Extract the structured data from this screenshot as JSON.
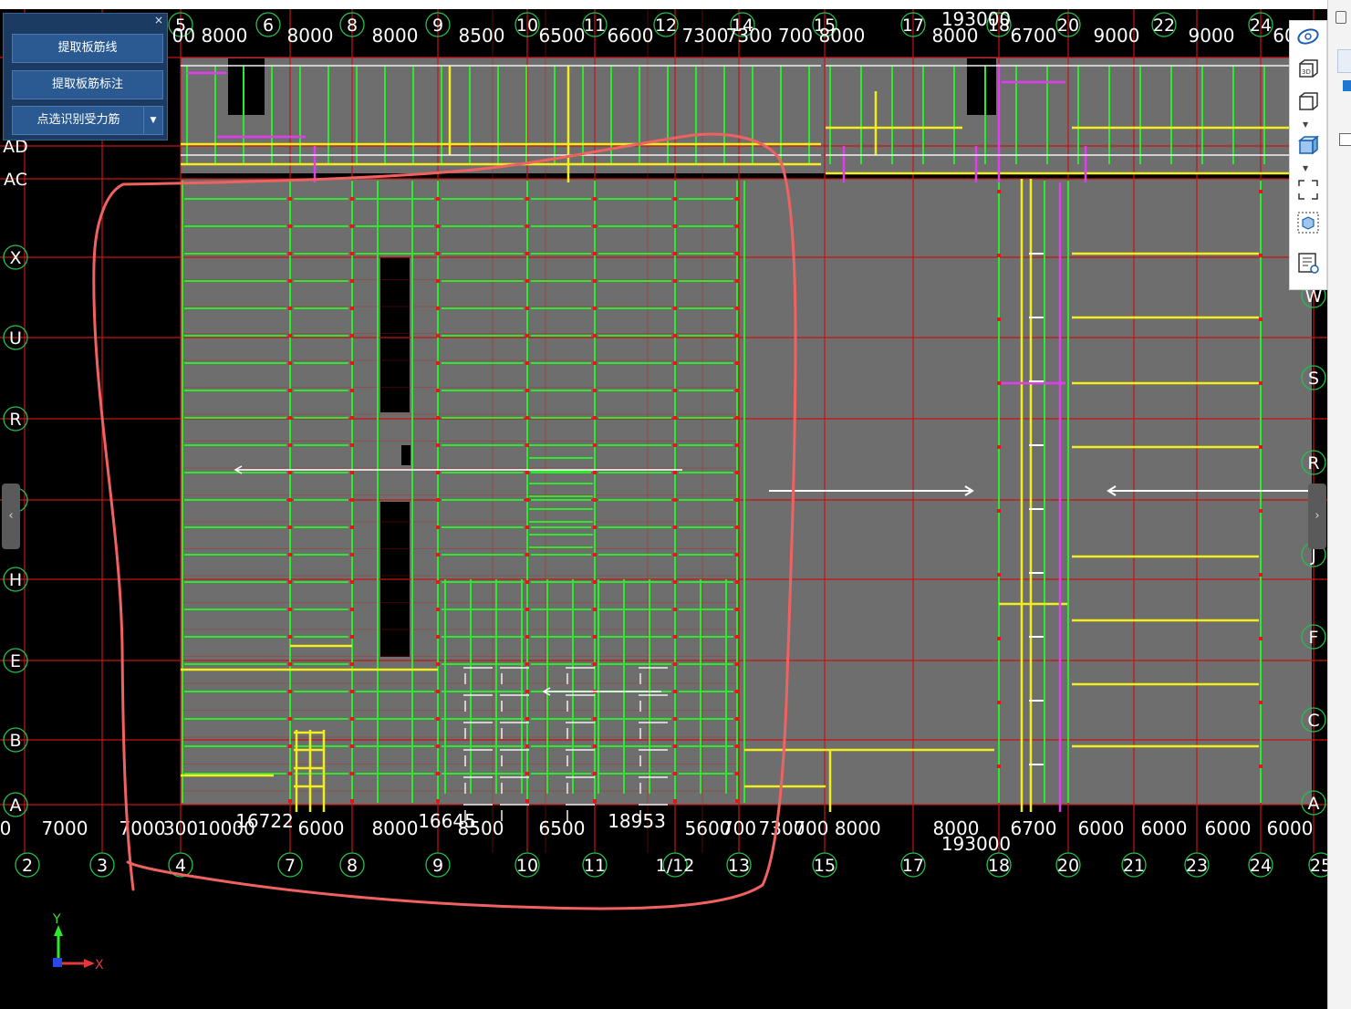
{
  "command_panel": {
    "close_label": "×",
    "buttons": [
      {
        "label": "提取板筋线"
      },
      {
        "label": "提取板筋标注"
      },
      {
        "label": "点选识别受力筋"
      }
    ]
  },
  "drawing": {
    "top_dimensions": [
      "00 8000",
      "8000",
      "8000",
      "8500",
      "6500",
      "6600",
      "7300",
      "7300 700 8000",
      "8000",
      "6700",
      "9000",
      "9000",
      "60"
    ],
    "top_total_dimension": "193000",
    "top_axes": [
      "5",
      "6",
      "8",
      "9",
      "10",
      "11",
      "12",
      "14",
      "15",
      "17",
      "18",
      "20",
      "22",
      "24"
    ],
    "bottom_dimensions": [
      "0",
      "7000",
      "7000",
      "300",
      "10000",
      "6000",
      "8000",
      "8500",
      "6500",
      "5600",
      "700",
      "7300",
      "700 8000",
      "8000",
      "6700",
      "6000",
      "6000",
      "6000",
      "6000"
    ],
    "bottom_subtotal_dimensions": [
      "16722",
      "16645",
      "18953"
    ],
    "bottom_total_dimension": "193000",
    "bottom_axes": [
      "2",
      "3",
      "4",
      "7",
      "8",
      "9",
      "10",
      "11",
      "1/12",
      "13",
      "15",
      "17",
      "18",
      "20",
      "21",
      "23",
      "24",
      "25"
    ],
    "left_axes": [
      "AD",
      "AC",
      "X",
      "U",
      "R",
      "I",
      "H",
      "E",
      "B",
      "A"
    ],
    "right_axes": [
      "W",
      "S",
      "R",
      "J",
      "F",
      "C",
      "A"
    ],
    "coordinate_labels": {
      "y": "Y",
      "x": "X"
    }
  },
  "toolbar": {
    "icons": [
      "orbit-icon",
      "view-3d-icon",
      "box-view-icon",
      "box-solid-view-icon",
      "zoom-extents-icon",
      "select-3d-icon",
      "property-list-icon"
    ]
  },
  "colors": {
    "grid_red": "#c81414",
    "rebar_green": "#2ee82e",
    "rebar_yellow": "#f2ee1c",
    "rebar_magenta": "#e23cf0",
    "slab_gray": "#6e6e6e",
    "annotation_red": "#f06262",
    "axis_green": "#23c14a",
    "panel_blue": "#1c3b63",
    "button_blue": "#2b5a92"
  }
}
